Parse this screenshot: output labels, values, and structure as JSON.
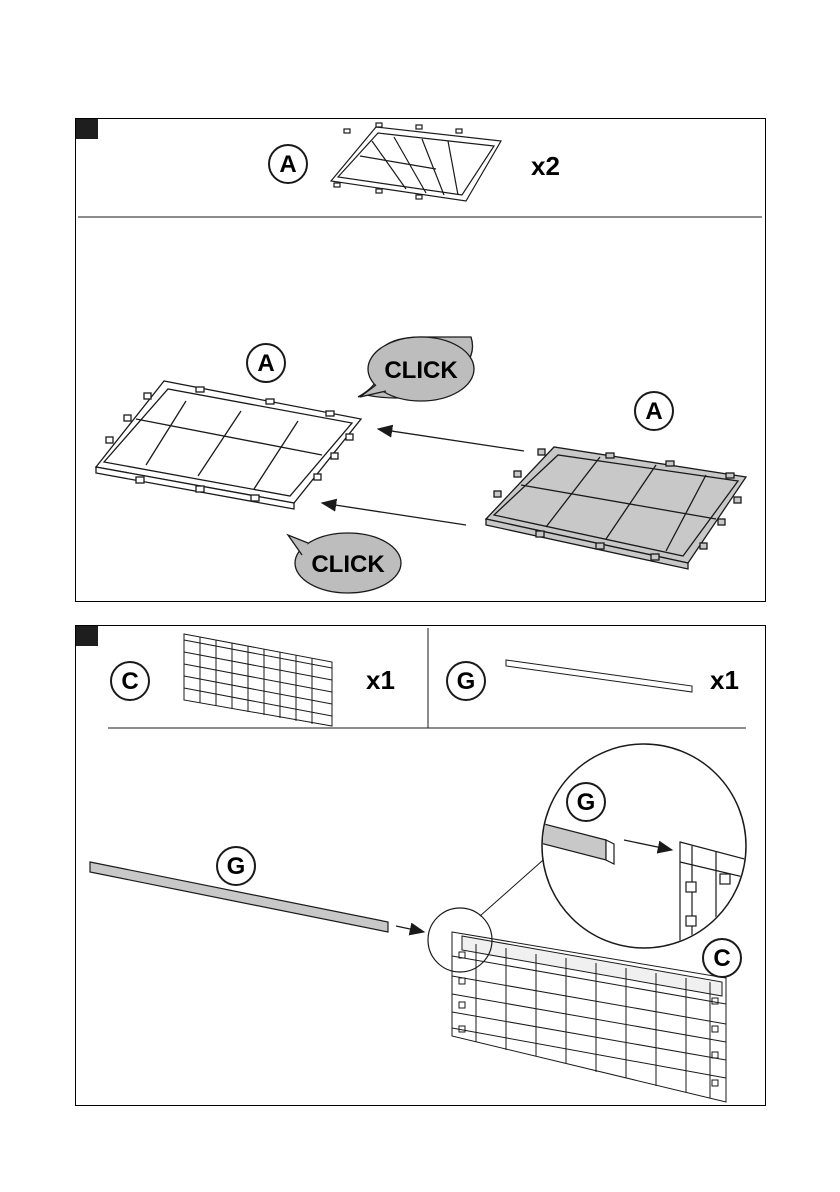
{
  "step1": {
    "parts": [
      {
        "letter": "A",
        "quantity": "x2"
      }
    ],
    "labels": {
      "left_panel": "A",
      "right_panel": "A",
      "click_top": "CLICK",
      "click_bottom": "CLICK"
    }
  },
  "step2": {
    "parts": [
      {
        "letter": "C",
        "quantity": "x1"
      },
      {
        "letter": "G",
        "quantity": "x1"
      }
    ],
    "labels": {
      "rail": "G",
      "detail_rail": "G",
      "panel": "C"
    }
  },
  "colors": {
    "line": "#1a1a1a",
    "shaded_part": "#c8c8c8",
    "bubble": "#bdbdbd",
    "step_marker": "#1e1e1e"
  }
}
